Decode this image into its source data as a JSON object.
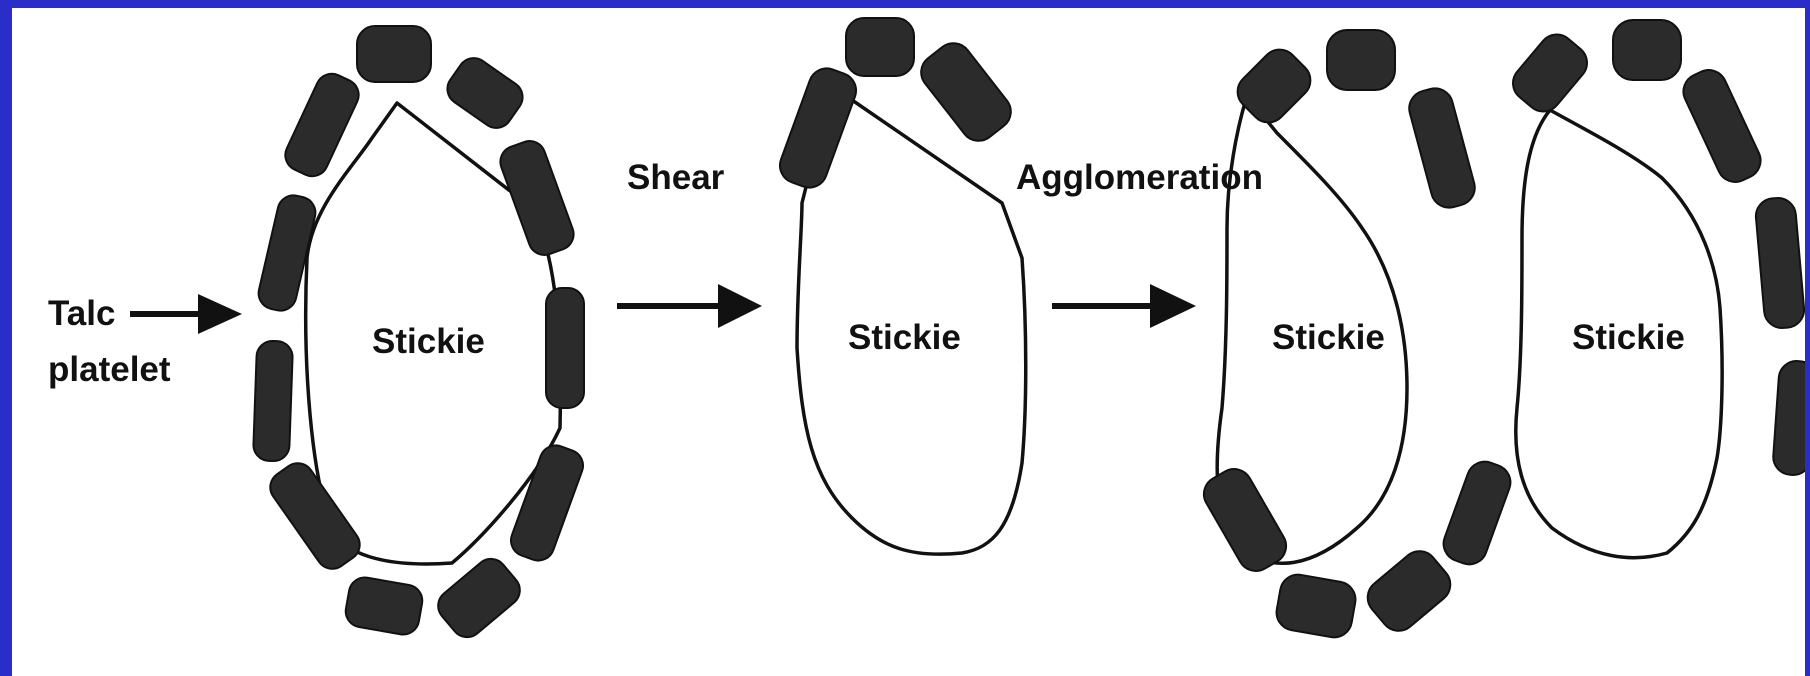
{
  "diagram": {
    "input_label_line1": "Talc",
    "input_label_line2": "platelet",
    "step1_label": "Shear",
    "step2_label": "Agglomeration",
    "stickie_label": "Stickie",
    "colors": {
      "frame": "#2a2dc8",
      "background": "#ffffff",
      "platelet": "#2b2b2b",
      "outline": "#111111"
    }
  }
}
